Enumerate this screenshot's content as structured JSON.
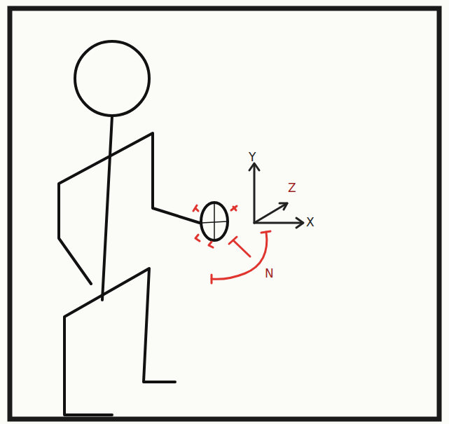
{
  "diagram": {
    "labels": [
      "Y",
      "Z",
      "X",
      "N"
    ]
  }
}
